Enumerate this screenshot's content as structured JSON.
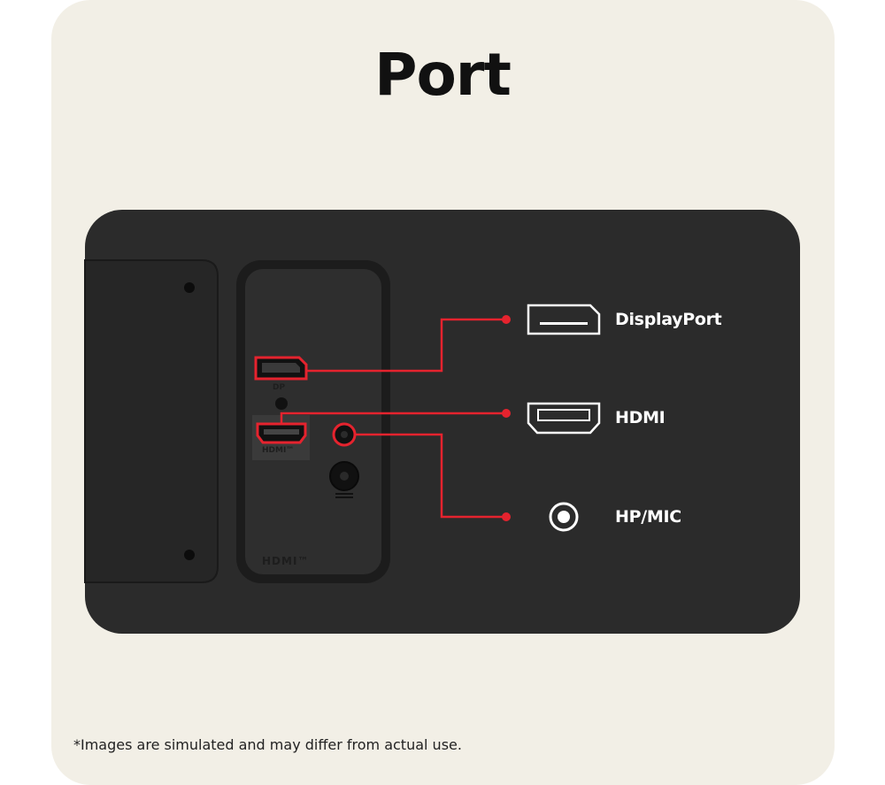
{
  "page": {
    "title": "Port"
  },
  "ports": [
    {
      "label": "DisplayPort",
      "icon": "displayport-icon"
    },
    {
      "label": "HDMI",
      "icon": "hdmi-icon"
    },
    {
      "label": "HP/MIC",
      "icon": "headphone-jack-icon"
    }
  ],
  "device": {
    "engraved": {
      "dp": "DP",
      "hdmi": "HDMI™",
      "hdmi_logo": "HDMI™"
    }
  },
  "colors": {
    "background": "#f2efe6",
    "panel": "#2b2b2b",
    "accent": "#e5232e"
  },
  "footnote": "*Images are simulated and may differ from actual use."
}
